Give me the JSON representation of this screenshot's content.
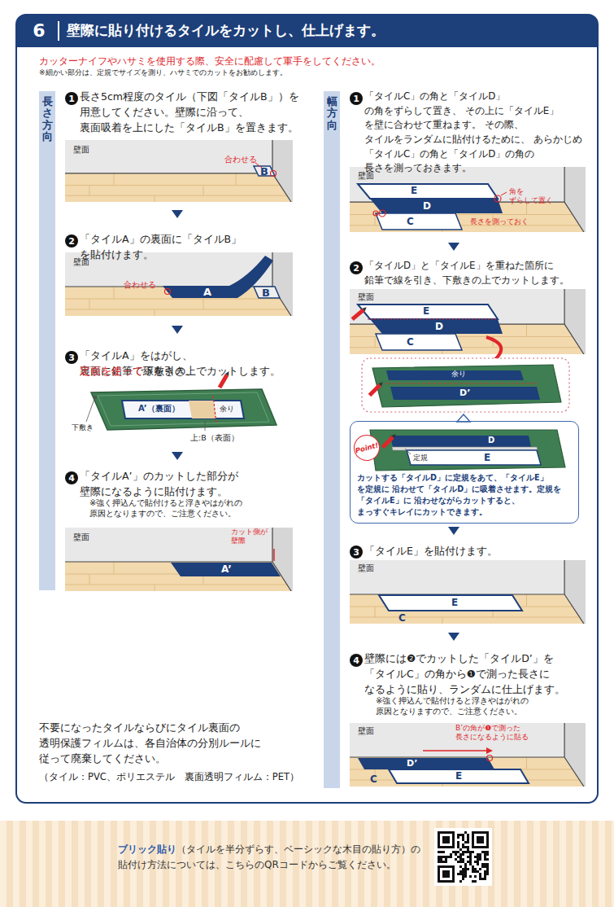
{
  "diagram": {
    "title": "壁際に貼り付けるタイルをカットし、仕上げます。",
    "nodes": [
      {
        "text": [
          "6"
        ]
      },
      {
        "text": [
          "長さ方向"
        ]
      },
      {
        "text": [
          "1"
        ]
      },
      {
        "text": [
          "2"
        ]
      },
      {
        "text": [
          "3"
        ]
      },
      {
        "text": [
          "4"
        ]
      },
      {
        "text": [
          "幅方向"
        ]
      },
      {
        "text": [
          "1"
        ]
      },
      {
        "text": [
          "2"
        ]
      },
      {
        "text": [
          "カットする「タイルD」に定規をあて、「タイルE」を定規に 沿わせて「タイルD」に吸着させます。定規を「タイルE」に 沿わせながらカットすると、まっすぐキレイにカットできます。"
        ]
      },
      {
        "text": [
          "Point!"
        ],
        "in": 9
      },
      {
        "text": [
          "3"
        ]
      },
      {
        "text": [
          "4"
        ]
      },
      {
        "text": [
          "ブリック貼り",
          "（タイルを半分ずらす、ベーシックな木目の貼り方）の 貼付け方法については、こちらのQRコードからご覧ください。"
        ]
      }
    ],
    "labels": [
      "カッターナイフやハサミを使用する際、安全に配慮して軍手をしてください。",
      "※細かい部分は、定規でサイズを測り、ハサミでのカットをお勧めします。",
      "長さ5cm程度のタイル（下図「タイルB」）を 用意してください。壁際に沿って、 裏面吸着を上にした「タイルB」を置きます。",
      "壁面",
      "合わせる",
      "B",
      "「タイルA」の裏面に「タイルB」を貼付けます。",
      "壁面",
      "合わせる",
      "A",
      "B",
      "「タイルA」をはがし、裏面に鉛筆で線を引き、",
      "定規を使って",
      "下敷きの上でカットします。",
      "A’（裏面）",
      "余り",
      "下敷き",
      "上:B（表面）",
      "「タイルA’」のカットした部分が 壁際になるように貼付けます。",
      "※強く押込んで貼付けると浮きやはがれの 原因となりますので、ご注意ください。",
      "壁面",
      "カット側が 壁際",
      "A’",
      "不要になったタイルならびにタイル裏面の 透明保護フィルムは、各自治体の分別ルールに 従って廃棄してください。",
      "（タイル：PVC、ポリエステル　裏面透明フィルム：PET）",
      "「タイルC」の角と「タイルD」の角をずらして置き、 その上に「タイルE」を壁に合わせて重ねます。 その際、タイルをランダムに貼付けるために、 あらかじめ「タイルC」の角と「タイルD」の角の 長さを測っておきます。",
      "壁面",
      "E",
      "D",
      "C",
      "角を ずらして置く",
      "長さを測っておく",
      "「タイルD」と「タイルE」を重ねた箇所に 鉛筆で線を引き、下敷きの上でカットします。",
      "壁面",
      "E",
      "D",
      "C",
      "余り",
      "D’",
      "D",
      "定規",
      "E",
      "「タイルE」を貼付けます。",
      "壁面",
      "E",
      "C",
      "壁際には❷でカットした「タイルD’」を 「タイルC」の角から❶で測った長さに なるように貼り、ランダムに仕上げます。",
      "※強く押込んで貼付けると浮きやはがれの 原因となりますので、ご注意ください。",
      "壁面",
      "B’の角が❶で測った 長さになるように貼る",
      "D’",
      "E",
      "C"
    ]
  }
}
